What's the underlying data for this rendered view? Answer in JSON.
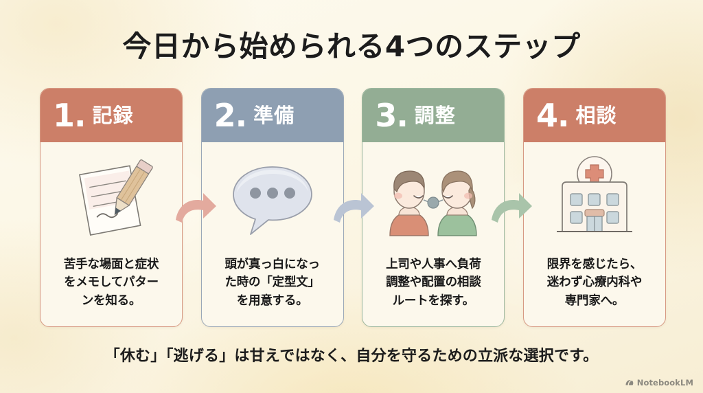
{
  "slide": {
    "title": "今日から始められる4つのステップ",
    "footer_caption": "「休む」「逃げる」は甘えではなく、自分を守るための立派な選択です。",
    "background_color": "#fbf5e4"
  },
  "steps": [
    {
      "number": "1.",
      "label": "記録",
      "body": "苦手な場面と症状\nをメモしてパター\nンを知る。",
      "header_color": "#cc7f68",
      "border_color": "#d79983",
      "illustration": "notepad-pencil-illustration"
    },
    {
      "number": "2.",
      "label": "準備",
      "body": "頭が真っ白になっ\nた時の「定型文」\nを用意する。",
      "header_color": "#8e9fb2",
      "border_color": "#9aa8b8",
      "illustration": "speech-bubble-illustration"
    },
    {
      "number": "3.",
      "label": "調整",
      "body": "上司や人事へ負荷\n調整や配置の相談\nルートを探す。",
      "header_color": "#93ad94",
      "border_color": "#9db89f",
      "illustration": "two-people-talking-illustration"
    },
    {
      "number": "4.",
      "label": "相談",
      "body": "限界を感じたら、\n迷わず心療内科や\n専門家へ。",
      "header_color": "#cc7f68",
      "border_color": "#d79983",
      "illustration": "hospital-building-illustration"
    }
  ],
  "arrows": [
    {
      "name": "arrow-step1-to-step2",
      "color": "#e0a89c"
    },
    {
      "name": "arrow-step2-to-step3",
      "color": "#b8c2d2"
    },
    {
      "name": "arrow-step3-to-step4",
      "color": "#a7c2a8"
    }
  ],
  "watermark": {
    "text": "NotebookLM"
  }
}
